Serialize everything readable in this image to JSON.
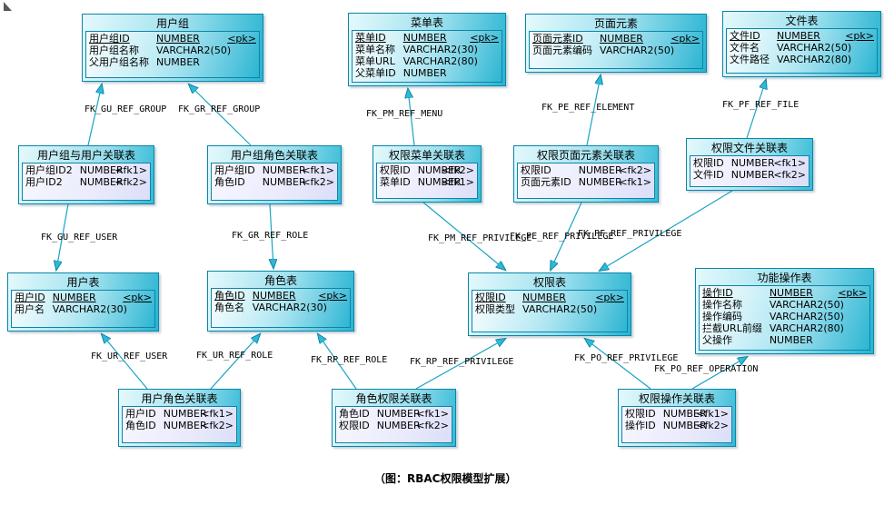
{
  "caption": "（图：RBAC权限模型扩展）",
  "colors": {
    "table_border": "#0a85a8",
    "arrow_line": "#1aa3c4",
    "arrow_fill": "#2fb9d4",
    "entity_fill": "#29b4d2",
    "assoc_fill": "#e8e9fc",
    "background": "#ffffff"
  },
  "tables": [
    {
      "id": "user_group",
      "kind": "entity",
      "title": "用户组",
      "rows": [
        {
          "name": "用户组ID",
          "type": "NUMBER",
          "key": "<pk>",
          "pk": true
        },
        {
          "name": "用户组名称",
          "type": "VARCHAR2(50)",
          "key": ""
        },
        {
          "name": "父用户组名称",
          "type": "NUMBER",
          "key": ""
        }
      ]
    },
    {
      "id": "menu",
      "kind": "entity",
      "title": "菜单表",
      "rows": [
        {
          "name": "菜单ID",
          "type": "NUMBER",
          "key": "<pk>",
          "pk": true
        },
        {
          "name": "菜单名称",
          "type": "VARCHAR2(30)",
          "key": ""
        },
        {
          "name": "菜单URL",
          "type": "VARCHAR2(80)",
          "key": ""
        },
        {
          "name": "父菜单ID",
          "type": "NUMBER",
          "key": ""
        }
      ]
    },
    {
      "id": "page_element",
      "kind": "entity",
      "title": "页面元素",
      "rows": [
        {
          "name": "页面元素ID",
          "type": "NUMBER",
          "key": "<pk>",
          "pk": true
        },
        {
          "name": "页面元素编码",
          "type": "VARCHAR2(50)",
          "key": ""
        }
      ]
    },
    {
      "id": "file",
      "kind": "entity",
      "title": "文件表",
      "rows": [
        {
          "name": "文件ID",
          "type": "NUMBER",
          "key": "<pk>",
          "pk": true
        },
        {
          "name": "文件名",
          "type": "VARCHAR2(50)",
          "key": ""
        },
        {
          "name": "文件路径",
          "type": "VARCHAR2(80)",
          "key": ""
        }
      ]
    },
    {
      "id": "gu_assoc",
      "kind": "assoc",
      "title": "用户组与用户关联表",
      "rows": [
        {
          "name": "用户组ID2",
          "type": "NUMBER",
          "key": "<fk1>"
        },
        {
          "name": "用户ID2",
          "type": "NUMBER",
          "key": "<fk2>"
        }
      ]
    },
    {
      "id": "gr_assoc",
      "kind": "assoc",
      "title": "用户组角色关联表",
      "rows": [
        {
          "name": "用户组ID",
          "type": "NUMBER",
          "key": "<fk1>"
        },
        {
          "name": "角色ID",
          "type": "NUMBER",
          "key": "<fk2>"
        }
      ]
    },
    {
      "id": "pm_assoc",
      "kind": "assoc",
      "title": "权限菜单关联表",
      "rows": [
        {
          "name": "权限ID",
          "type": "NUMBER",
          "key": "<fk2>"
        },
        {
          "name": "菜单ID",
          "type": "NUMBER",
          "key": "<fk1>"
        }
      ]
    },
    {
      "id": "pe_assoc",
      "kind": "assoc",
      "title": "权限页面元素关联表",
      "rows": [
        {
          "name": "权限ID",
          "type": "NUMBER",
          "key": "<fk2>"
        },
        {
          "name": "页面元素ID",
          "type": "NUMBER",
          "key": "<fk1>"
        }
      ]
    },
    {
      "id": "pf_assoc",
      "kind": "assoc",
      "title": "权限文件关联表",
      "rows": [
        {
          "name": "权限ID",
          "type": "NUMBER",
          "key": "<fk1>"
        },
        {
          "name": "文件ID",
          "type": "NUMBER",
          "key": "<fk2>"
        }
      ]
    },
    {
      "id": "user",
      "kind": "entity",
      "title": "用户表",
      "rows": [
        {
          "name": "用户ID",
          "type": "NUMBER",
          "key": "<pk>",
          "pk": true
        },
        {
          "name": "用户名",
          "type": "VARCHAR2(30)",
          "key": ""
        }
      ]
    },
    {
      "id": "role",
      "kind": "entity",
      "title": "角色表",
      "rows": [
        {
          "name": "角色ID",
          "type": "NUMBER",
          "key": "<pk>",
          "pk": true
        },
        {
          "name": "角色名",
          "type": "VARCHAR2(30)",
          "key": ""
        }
      ]
    },
    {
      "id": "privilege",
      "kind": "entity",
      "title": "权限表",
      "rows": [
        {
          "name": "权限ID",
          "type": "NUMBER",
          "key": "<pk>",
          "pk": true
        },
        {
          "name": "权限类型",
          "type": "VARCHAR2(50)",
          "key": ""
        }
      ]
    },
    {
      "id": "operation",
      "kind": "entity",
      "title": "功能操作表",
      "rows": [
        {
          "name": "操作ID",
          "type": "NUMBER",
          "key": "<pk>",
          "pk": true
        },
        {
          "name": "操作名称",
          "type": "VARCHAR2(50)",
          "key": ""
        },
        {
          "name": "操作编码",
          "type": "VARCHAR2(50)",
          "key": ""
        },
        {
          "name": "拦截URL前缀",
          "type": "VARCHAR2(80)",
          "key": ""
        },
        {
          "name": "父操作",
          "type": "NUMBER",
          "key": ""
        }
      ]
    },
    {
      "id": "ur_assoc",
      "kind": "assoc",
      "title": "用户角色关联表",
      "rows": [
        {
          "name": "用户ID",
          "type": "NUMBER",
          "key": "<fk1>"
        },
        {
          "name": "角色ID",
          "type": "NUMBER",
          "key": "<fk2>"
        }
      ]
    },
    {
      "id": "rp_assoc",
      "kind": "assoc",
      "title": "角色权限关联表",
      "rows": [
        {
          "name": "角色ID",
          "type": "NUMBER",
          "key": "<fk1>"
        },
        {
          "name": "权限ID",
          "type": "NUMBER",
          "key": "<fk2>"
        }
      ]
    },
    {
      "id": "po_assoc",
      "kind": "assoc",
      "title": "权限操作关联表",
      "rows": [
        {
          "name": "权限ID",
          "type": "NUMBER",
          "key": "<fk1>"
        },
        {
          "name": "操作ID",
          "type": "NUMBER",
          "key": "<fk2>"
        }
      ]
    }
  ],
  "relations": [
    {
      "id": "gu_ref_group",
      "label": "FK_GU_REF_GROUP",
      "from": "gu_assoc",
      "to": "user_group"
    },
    {
      "id": "gr_ref_group",
      "label": "FK_GR_REF_GROUP",
      "from": "gr_assoc",
      "to": "user_group"
    },
    {
      "id": "pm_ref_menu",
      "label": "FK_PM_REF_MENU",
      "from": "pm_assoc",
      "to": "menu"
    },
    {
      "id": "pe_ref_element",
      "label": "FK_PE_REF_ELEMENT",
      "from": "pe_assoc",
      "to": "page_element"
    },
    {
      "id": "pf_ref_file",
      "label": "FK_PF_REF_FILE",
      "from": "pf_assoc",
      "to": "file"
    },
    {
      "id": "gu_ref_user",
      "label": "FK_GU_REF_USER",
      "from": "gu_assoc",
      "to": "user"
    },
    {
      "id": "gr_ref_role",
      "label": "FK_GR_REF_ROLE",
      "from": "gr_assoc",
      "to": "role"
    },
    {
      "id": "pm_ref_privilege",
      "label": "FK_PM_REF_PRIVILEGE",
      "from": "pm_assoc",
      "to": "privilege"
    },
    {
      "id": "pe_ref_privilege",
      "label": "FK_PE_REF_PRIVILEGE",
      "from": "pe_assoc",
      "to": "privilege"
    },
    {
      "id": "pf_ref_privilege",
      "label": "FK_PF_REF_PRIVILEGE",
      "from": "pf_assoc",
      "to": "privilege"
    },
    {
      "id": "ur_ref_user",
      "label": "FK_UR_REF_USER",
      "from": "ur_assoc",
      "to": "user"
    },
    {
      "id": "ur_ref_role",
      "label": "FK_UR_REF_ROLE",
      "from": "ur_assoc",
      "to": "role"
    },
    {
      "id": "rp_ref_role",
      "label": "FK_RP_REF_ROLE",
      "from": "rp_assoc",
      "to": "role"
    },
    {
      "id": "rp_ref_privilege",
      "label": "FK_RP_REF_PRIVILEGE",
      "from": "rp_assoc",
      "to": "privilege"
    },
    {
      "id": "po_ref_privilege",
      "label": "FK_PO_REF_PRIVILEGE",
      "from": "po_assoc",
      "to": "privilege"
    },
    {
      "id": "po_ref_operation",
      "label": "FK_PO_REF_OPERATION",
      "from": "po_assoc",
      "to": "operation"
    }
  ]
}
